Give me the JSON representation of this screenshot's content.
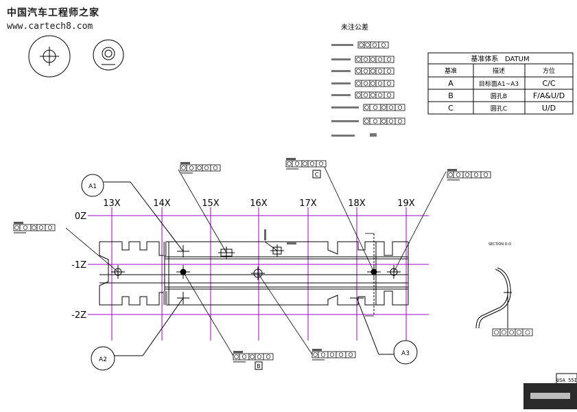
{
  "watermark": {
    "title": "中国汽车工程师之家",
    "url": "www.cartech8.com"
  },
  "tolerance_header": "未注公差",
  "datum_table": {
    "title": "基准体系   DATUM",
    "headers": [
      "基准",
      "描述",
      "方位"
    ],
    "rows": [
      [
        "A",
        "目标面A1~A3",
        "C/C"
      ],
      [
        "B",
        "圆孔B",
        "F/A&U/D"
      ],
      [
        "C",
        "圆孔C",
        "U/D"
      ]
    ]
  },
  "grid": {
    "columns": [
      "13X",
      "14X",
      "15X",
      "16X",
      "17X",
      "18X",
      "19X"
    ],
    "rows": [
      "0Z",
      "-1Z",
      "-2Z"
    ]
  },
  "datum_targets": [
    "A1",
    "A2",
    "A3"
  ],
  "datum_letters": [
    "C",
    "B"
  ],
  "section_label": "SECTION D-D",
  "stamp": "USA 55I",
  "colors": {
    "grid": "#a000c8",
    "line": "#000000"
  }
}
